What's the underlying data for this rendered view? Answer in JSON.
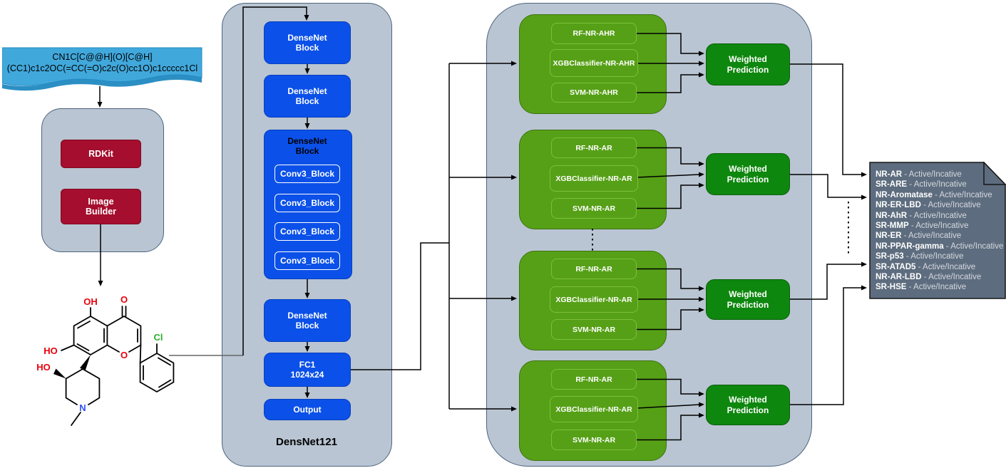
{
  "smiles_banner": {
    "line1": "CN1C[C@@H](O)[C@H]",
    "line2": "(CC1)c1c2OC(=CC(=O)c2c(O)cc1O)c1ccccc1Cl"
  },
  "preprocess": {
    "rdkit_label": "RDKit",
    "image_builder_label": "Image Builder"
  },
  "molecule": {
    "labels": {
      "oh_top": "OH",
      "ketone_o": "O",
      "ho_left": "HO",
      "ring_o": "O",
      "cl": "Cl",
      "ho_pip": "HO",
      "n": "N"
    }
  },
  "densenet": {
    "title": "DensNet121",
    "block1": "DenseNet Block",
    "block2": "DenseNet Block",
    "block3_title": "DenseNet Block",
    "conv_blocks": [
      "Conv3_Block",
      "Conv3_Block",
      "Conv3_Block",
      "Conv3_Block"
    ],
    "block4": "DenseNet Block",
    "fc1_line1": "FC1",
    "fc1_line2": "1024x24",
    "output_label": "Output"
  },
  "ensemble": {
    "groups": [
      {
        "models": [
          "RF-NR-AHR",
          "XGBClassifier-NR-AHR",
          "SVM-NR-AHR"
        ],
        "prediction": "Weighted Prediction"
      },
      {
        "models": [
          "RF-NR-AR",
          "XGBClassifier-NR-AR",
          "SVM-NR-AR"
        ],
        "prediction": "Weighted Prediction"
      },
      {
        "models": [
          "RF-NR-AR",
          "XGBClassifier-NR-AR",
          "SVM-NR-AR"
        ],
        "prediction": "Weighted Prediction"
      },
      {
        "models": [
          "RF-NR-AR",
          "XGBClassifier-NR-AR",
          "SVM-NR-AR"
        ],
        "prediction": "Weighted Prediction"
      }
    ]
  },
  "results": {
    "separator": " - ",
    "items": [
      {
        "label": "NR-AR",
        "value": "Active/Incative"
      },
      {
        "label": "SR-ARE",
        "value": "Active/Incative"
      },
      {
        "label": "NR-Aromatase",
        "value": "Active/Incative"
      },
      {
        "label": "NR-ER-LBD",
        "value": "Active/Incative"
      },
      {
        "label": "NR-AhR",
        "value": "Active/Incative"
      },
      {
        "label": "SR-MMP",
        "value": "Active/Incative"
      },
      {
        "label": "NR-ER",
        "value": "Active/Incative"
      },
      {
        "label": "NR-PPAR-gamma",
        "value": "Active/Incative"
      },
      {
        "label": "SR-p53",
        "value": "Active/Incative"
      },
      {
        "label": "SR-ATAD5",
        "value": "Active/Incative"
      },
      {
        "label": "NR-AR-LBD",
        "value": "Active/Incative"
      },
      {
        "label": "SR-HSE",
        "value": "Active/Incative"
      }
    ]
  },
  "colors": {
    "banner_blue": "#41A8DC",
    "container_gray": "#B9C5D2",
    "container_border": "#4D647D",
    "crimson": "#A50E2E",
    "block_blue": "#0B50E8",
    "group_green": "#56A017",
    "prediction_green": "#0E870E",
    "note_slate": "#5D6C7E",
    "atom_red": "#E8000D",
    "atom_blue": "#3050F8",
    "atom_green": "#2BB12B"
  }
}
